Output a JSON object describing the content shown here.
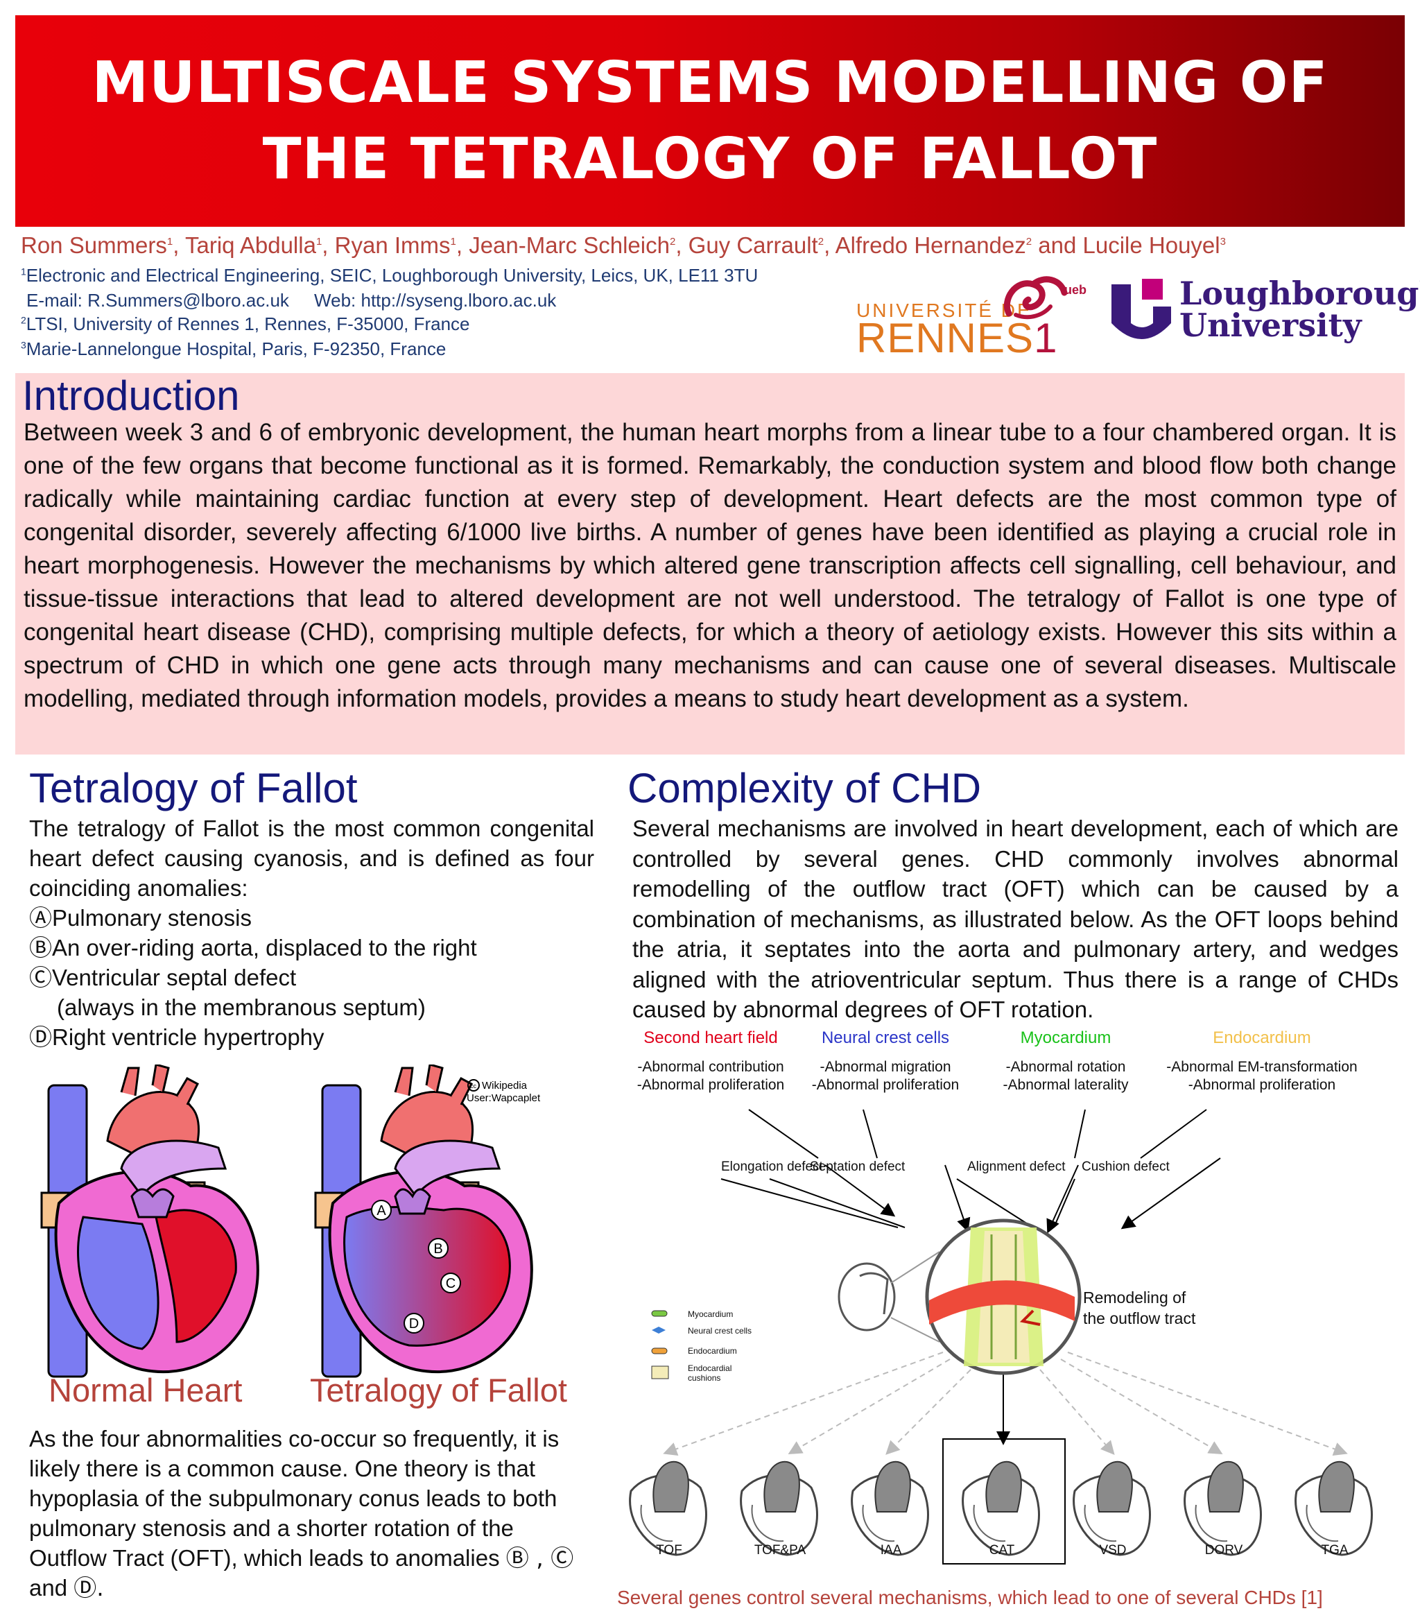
{
  "title": {
    "line1": "MULTISCALE SYSTEMS MODELLING OF",
    "line2": "THE TETRALOGY OF FALLOT"
  },
  "authors": [
    {
      "name": "Ron Summers",
      "sup": "1"
    },
    {
      "name": "Tariq Abdulla",
      "sup": "1"
    },
    {
      "name": "Ryan Imms",
      "sup": "1"
    },
    {
      "name": "Jean-Marc Schleich",
      "sup": "2"
    },
    {
      "name": "Guy Carrault",
      "sup": "2"
    },
    {
      "name": "Alfredo Hernandez",
      "sup": "2"
    },
    {
      "name": "and Lucile Houyel",
      "sup": "3"
    }
  ],
  "affiliations": {
    "aff1": {
      "sup": "1",
      "text": "Electronic and Electrical Engineering, SEIC, Loughborough University, Leics, UK, LE11 3TU"
    },
    "contact": "E-mail: R.Summers@lboro.ac.uk     Web: http://syseng.lboro.ac.uk",
    "aff2": {
      "sup": "2",
      "text": "LTSI, University of Rennes 1, Rennes, F-35000, France"
    },
    "aff3": {
      "sup": "3",
      "text": "Marie-Lannelongue Hospital, Paris, F-92350,  France"
    }
  },
  "logos": {
    "rennes_line1": "UNIVERSITÉ DE",
    "rennes_line2": "RENNES",
    "rennes_num": "1",
    "rennes_mark": "ueb",
    "lboro_line1": "Loughborough",
    "lboro_line2": "University"
  },
  "intro": {
    "heading": "Introduction",
    "body": "Between week 3 and 6 of embryonic development, the human heart morphs from a linear tube to a four chambered organ. It is one of the few organs that become functional as it is formed. Remarkably, the conduction system and blood flow both change radically while maintaining cardiac function at every step of development. Heart defects are the most common type of congenital disorder, severely affecting 6/1000 live births. A number of genes have been identified as playing a crucial role in heart morphogenesis. However the mechanisms by which altered gene transcription affects cell signalling, cell behaviour, and tissue-tissue interactions that lead to altered development are not well understood. The tetralogy of Fallot is one type of congenital heart disease (CHD), comprising multiple defects, for which a theory of aetiology exists. However this sits within a spectrum of CHD in which one gene acts through many mechanisms and can cause one of several diseases. Multiscale modelling, mediated through information models, provides a means to study heart development as a system."
  },
  "tof": {
    "heading": "Tetralogy of Fallot",
    "lead": "The tetralogy of Fallot is the most common congenital heart defect causing cyanosis, and is defined as four coinciding anomalies:",
    "items": [
      {
        "mark": "Ⓐ",
        "text": "Pulmonary stenosis"
      },
      {
        "mark": "Ⓑ",
        "text": "An over-riding aorta, displaced to the right"
      },
      {
        "mark": "Ⓒ",
        "text": "Ventricular septal defect"
      },
      {
        "mark": "",
        "text": "(always in the membranous septum)"
      },
      {
        "mark": "Ⓓ",
        "text": "Right ventricle hypertrophy"
      }
    ],
    "credit_line1": "Wikipedia",
    "credit_line2": "User:Wapcaplet",
    "credit_cc": "cc",
    "caption_normal": "Normal Heart",
    "caption_tof": "Tetralogy of Fallot",
    "marker_labels": [
      "A",
      "B",
      "C",
      "D"
    ],
    "after_text": "As the four abnormalities co-occur so frequently, it is likely there is a common cause. One theory is that hypoplasia of the subpulmonary conus leads to both pulmonary stenosis and a shorter rotation of the Outflow Tract (OFT), which leads to anomalies",
    "after_marks": "Ⓑ , Ⓒ",
    "after_and": "and",
    "after_last": "Ⓓ."
  },
  "chd": {
    "heading": "Complexity of CHD",
    "body": "Several mechanisms are involved in heart development, each of which are controlled by several genes. CHD commonly involves abnormal remodelling of the outflow tract (OFT) which can be caused by a combination of mechanisms, as illustrated below. As the OFT loops behind the atria, it septates into the aorta and pulmonary artery, and wedges aligned with the atrioventricular septum. Thus there is a range of CHDs caused by abnormal degrees of OFT rotation.",
    "mechanisms": [
      {
        "name": "Second heart field",
        "color": "#e0001b",
        "l1": "-Abnormal contribution",
        "l2": "-Abnormal proliferation",
        "defect": "Elongation defect"
      },
      {
        "name": "Neural crest cells",
        "color": "#2a35c8",
        "l1": "-Abnormal migration",
        "l2": "-Abnormal proliferation",
        "defect": "Septation defect"
      },
      {
        "name": "Myocardium",
        "color": "#19c119",
        "l1": "-Abnormal rotation",
        "l2": "-Abnormal laterality",
        "defect": "Alignment defect"
      },
      {
        "name": "Endocardium",
        "color": "#f2c04a",
        "l1": "-Abnormal EM-transformation",
        "l2": "-Abnormal proliferation",
        "defect": "Cushion defect"
      }
    ],
    "legend": [
      "Myocardium",
      "Neural crest cells",
      "Endocardium",
      "Endocardial cushions"
    ],
    "remodel_line1": "Remodeling of",
    "remodel_line2": "the outflow tract",
    "outcomes": [
      "TOF",
      "TOF&PA",
      "IAA",
      "CAT",
      "VSD",
      "DORV",
      "TGA"
    ],
    "caption": "Several genes control several mechanisms, which lead to one of several CHDs [1]"
  }
}
